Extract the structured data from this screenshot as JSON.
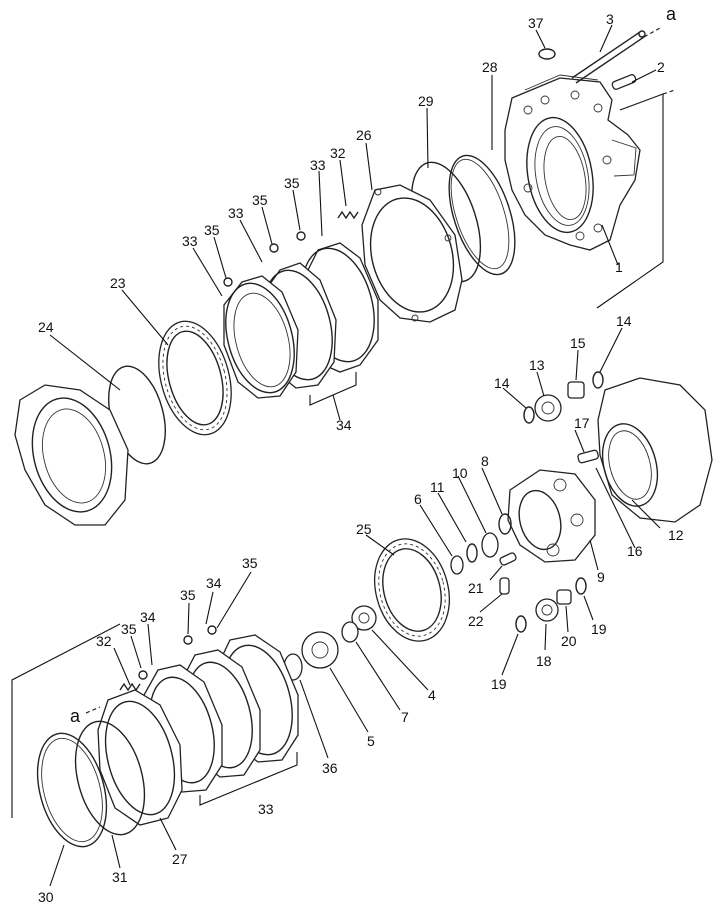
{
  "callouts": [
    {
      "id": "a_top",
      "text": "a"
    },
    {
      "id": "a_bottom",
      "text": "a"
    },
    {
      "id": "n1",
      "text": "1"
    },
    {
      "id": "n2",
      "text": "2"
    },
    {
      "id": "n3",
      "text": "3"
    },
    {
      "id": "n4",
      "text": "4"
    },
    {
      "id": "n5",
      "text": "5"
    },
    {
      "id": "n6",
      "text": "6"
    },
    {
      "id": "n7",
      "text": "7"
    },
    {
      "id": "n8",
      "text": "8"
    },
    {
      "id": "n9",
      "text": "9"
    },
    {
      "id": "n10",
      "text": "10"
    },
    {
      "id": "n11",
      "text": "11"
    },
    {
      "id": "n12",
      "text": "12"
    },
    {
      "id": "n13",
      "text": "13"
    },
    {
      "id": "n14a",
      "text": "14"
    },
    {
      "id": "n14b",
      "text": "14"
    },
    {
      "id": "n15",
      "text": "15"
    },
    {
      "id": "n16",
      "text": "16"
    },
    {
      "id": "n17",
      "text": "17"
    },
    {
      "id": "n18",
      "text": "18"
    },
    {
      "id": "n19a",
      "text": "19"
    },
    {
      "id": "n19b",
      "text": "19"
    },
    {
      "id": "n20",
      "text": "20"
    },
    {
      "id": "n21",
      "text": "21"
    },
    {
      "id": "n22",
      "text": "22"
    },
    {
      "id": "n23",
      "text": "23"
    },
    {
      "id": "n24",
      "text": "24"
    },
    {
      "id": "n25",
      "text": "25"
    },
    {
      "id": "n26",
      "text": "26"
    },
    {
      "id": "n27",
      "text": "27"
    },
    {
      "id": "n28",
      "text": "28"
    },
    {
      "id": "n29",
      "text": "29"
    },
    {
      "id": "n30",
      "text": "30"
    },
    {
      "id": "n31",
      "text": "31"
    },
    {
      "id": "n32a",
      "text": "32"
    },
    {
      "id": "n32b",
      "text": "32"
    },
    {
      "id": "n33a",
      "text": "33"
    },
    {
      "id": "n33b",
      "text": "33"
    },
    {
      "id": "n33c",
      "text": "33"
    },
    {
      "id": "n33d",
      "text": "33"
    },
    {
      "id": "n34a",
      "text": "34"
    },
    {
      "id": "n34b",
      "text": "34"
    },
    {
      "id": "n34c",
      "text": "34"
    },
    {
      "id": "n35a",
      "text": "35"
    },
    {
      "id": "n35b",
      "text": "35"
    },
    {
      "id": "n35c",
      "text": "35"
    },
    {
      "id": "n35d",
      "text": "35"
    },
    {
      "id": "n35e",
      "text": "35"
    },
    {
      "id": "n35f",
      "text": "35"
    },
    {
      "id": "n36",
      "text": "36"
    },
    {
      "id": "n37",
      "text": "37"
    }
  ]
}
